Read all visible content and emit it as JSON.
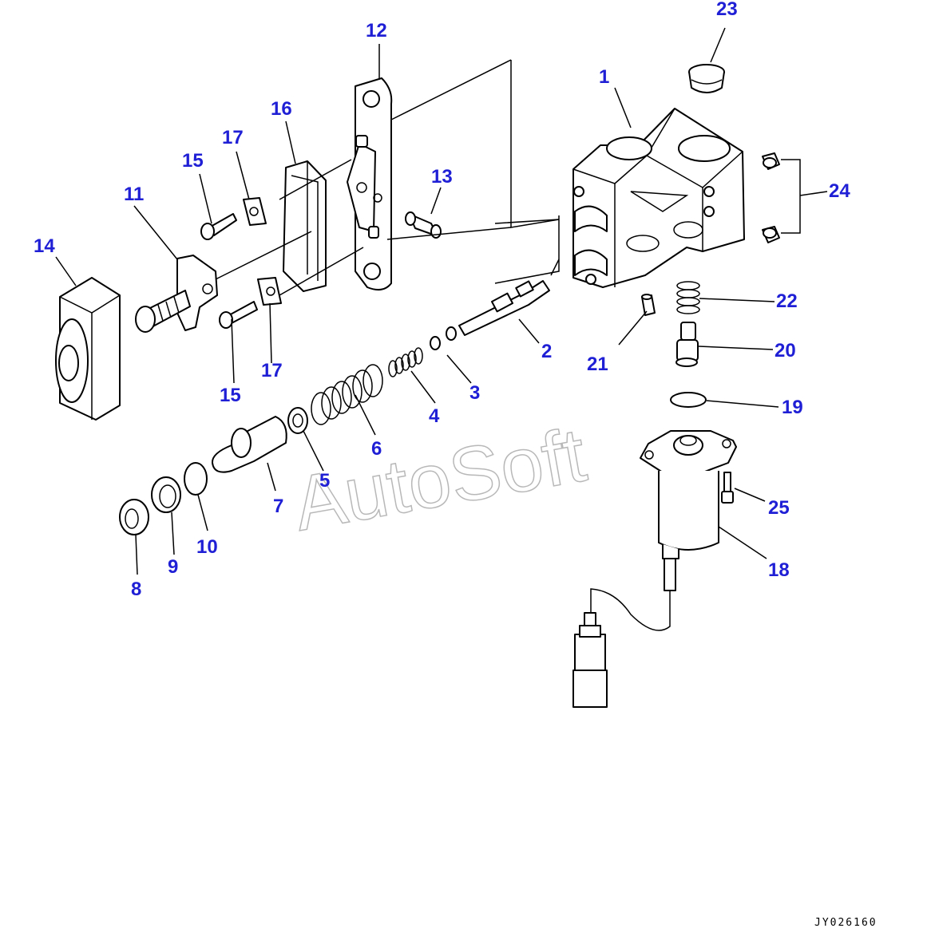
{
  "diagram": {
    "callouts": [
      "1",
      "2",
      "3",
      "4",
      "5",
      "6",
      "7",
      "8",
      "9",
      "10",
      "11",
      "12",
      "13",
      "14",
      "15",
      "15",
      "16",
      "17",
      "17",
      "18",
      "19",
      "20",
      "21",
      "22",
      "23",
      "24",
      "25"
    ],
    "watermark": "AutoSoft",
    "drawing_code": "JY026160"
  }
}
